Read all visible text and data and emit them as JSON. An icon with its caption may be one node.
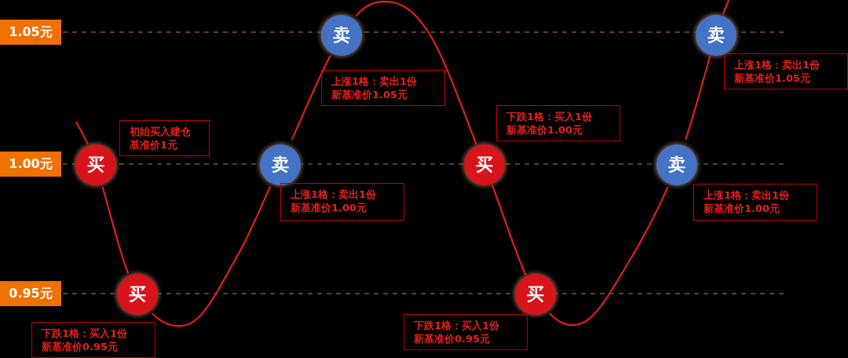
{
  "diagram": {
    "nodes": [
      {
        "text": [
          "1.05元"
        ]
      },
      {
        "text": [
          "1.00元"
        ]
      },
      {
        "text": [
          "0.95元"
        ]
      },
      {
        "text": [
          "买"
        ]
      },
      {
        "text": [
          "买"
        ]
      },
      {
        "text": [
          "卖"
        ]
      },
      {
        "text": [
          "卖"
        ]
      },
      {
        "text": [
          "买"
        ]
      },
      {
        "text": [
          "买"
        ]
      },
      {
        "text": [
          "卖"
        ]
      },
      {
        "text": [
          "卖"
        ]
      },
      {
        "text": [
          "初始买入建仓",
          "基准价1元"
        ]
      },
      {
        "text": [
          "下跌1格：买入1份",
          "新基准价0.95元"
        ]
      },
      {
        "text": [
          "上涨1格：卖出1份",
          "新基准价1.00元"
        ]
      },
      {
        "text": [
          "上涨1格：卖出1份",
          "新基准价1.05元"
        ]
      },
      {
        "text": [
          "下跌1格：买入1份",
          "新基准价1.00元"
        ]
      },
      {
        "text": [
          "下跌1格：买入1份",
          "新基准价0.95元"
        ]
      },
      {
        "text": [
          "上涨1格：卖出1份",
          "新基准价1.00元"
        ]
      },
      {
        "text": [
          "上涨1格：卖出1份",
          "新基准价1.05元"
        ]
      }
    ],
    "edges": [
      {
        "from": null,
        "to": 3,
        "arrow": "none"
      },
      {
        "from": 3,
        "to": 4,
        "arrow": "none"
      },
      {
        "from": 4,
        "to": 5,
        "arrow": "none"
      },
      {
        "from": 5,
        "to": 6,
        "arrow": "none"
      },
      {
        "from": 6,
        "to": 7,
        "arrow": "none"
      },
      {
        "from": 7,
        "to": 8,
        "arrow": "none"
      },
      {
        "from": 8,
        "to": 9,
        "arrow": "none"
      },
      {
        "from": 9,
        "to": 10,
        "arrow": "none"
      },
      {
        "from": 10,
        "to": null,
        "arrow": "none"
      }
    ]
  }
}
